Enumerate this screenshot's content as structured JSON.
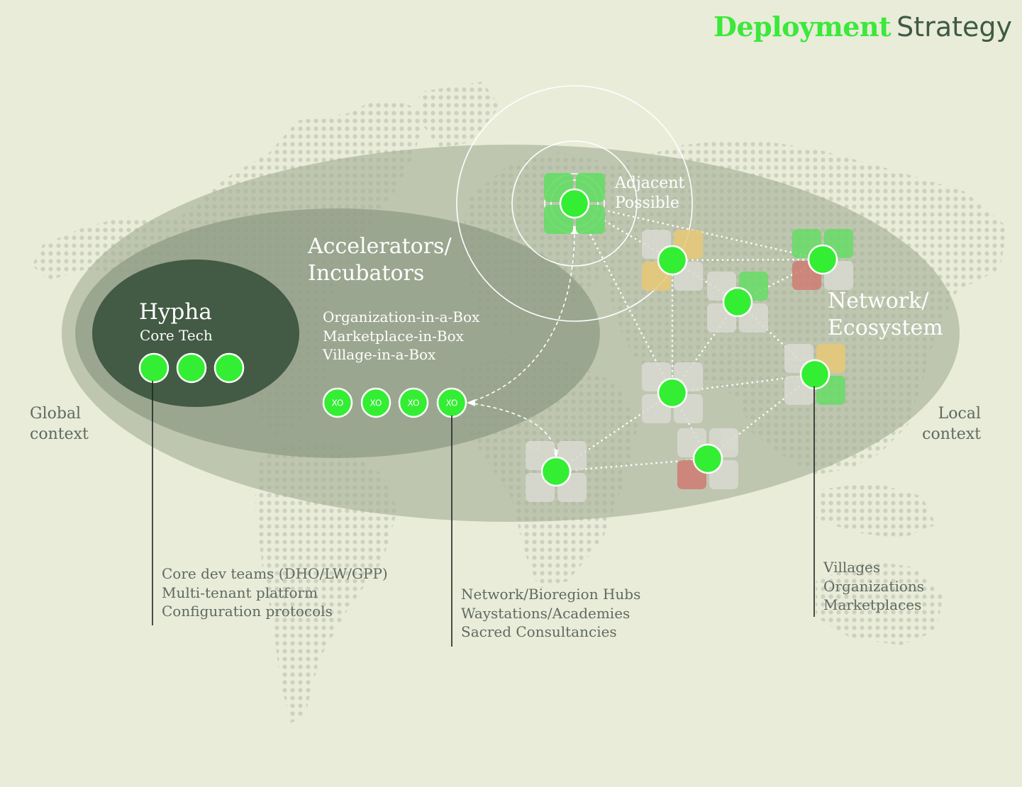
{
  "title": {
    "word1": "Deployment",
    "word2": "Strategy"
  },
  "colors": {
    "background": "#e9ecd9",
    "outer_ellipse": "#a4ae96",
    "middle_ellipse": "#8d9a84",
    "core_ellipse": "#435a45",
    "node": "#33ee33",
    "tile_grey": "#dadbd3",
    "tile_yellow": "#e7c976",
    "tile_green": "#66dd66",
    "tile_red": "#cf7c72",
    "title_green": "#3be83b",
    "text_dark": "#5f6a60"
  },
  "hypha": {
    "title": "Hypha",
    "subtitle": "Core Tech"
  },
  "accelerators": {
    "title_line1": "Accelerators/",
    "title_line2": "Incubators",
    "items": [
      "Organization-in-a-Box",
      "Marketplace-in-Box",
      "Village-in-a-Box"
    ],
    "xo_label": "XO"
  },
  "adjacent": {
    "line1": "Adjacent",
    "line2": "Possible"
  },
  "network": {
    "line1": "Network/",
    "line2": "Ecosystem"
  },
  "global_context": {
    "line1": "Global",
    "line2": "context"
  },
  "local_context": {
    "line1": "Local",
    "line2": "context"
  },
  "core_list": [
    "Core dev teams (DHO/LW/GPP)",
    "Multi-tenant platform",
    "Configuration protocols"
  ],
  "hub_list": [
    "Network/Bioregion Hubs",
    "Waystations/Academies",
    "Sacred Consultancies"
  ],
  "local_list": [
    "Villages",
    "Organizations",
    "Marketplaces"
  ]
}
